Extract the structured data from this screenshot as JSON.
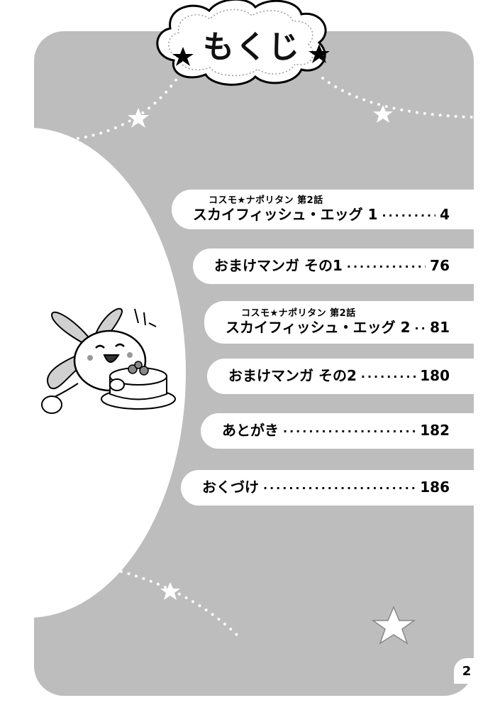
{
  "heading": {
    "title": "もくじ"
  },
  "toc": [
    {
      "series": "コスモ★ナポリタン 第2話",
      "title": "スカイフィッシュ・エッグ 1",
      "page": "4"
    },
    {
      "series": "",
      "title": "おまけマンガ その1",
      "page": "76"
    },
    {
      "series": "コスモ★ナポリタン 第2話",
      "title": "スカイフィッシュ・エッグ 2",
      "page": "81"
    },
    {
      "series": "",
      "title": "おまけマンガ その2",
      "page": "180"
    },
    {
      "series": "",
      "title": "あとがき",
      "page": "182"
    },
    {
      "series": "",
      "title": "おくづけ",
      "page": "186"
    }
  ],
  "page_number": "2",
  "colors": {
    "panel": "#bdbdbd",
    "paper": "#ffffff",
    "ink": "#000000"
  },
  "icons": [
    "star-icon",
    "bunny-mascot-illustration",
    "cake-illustration"
  ]
}
